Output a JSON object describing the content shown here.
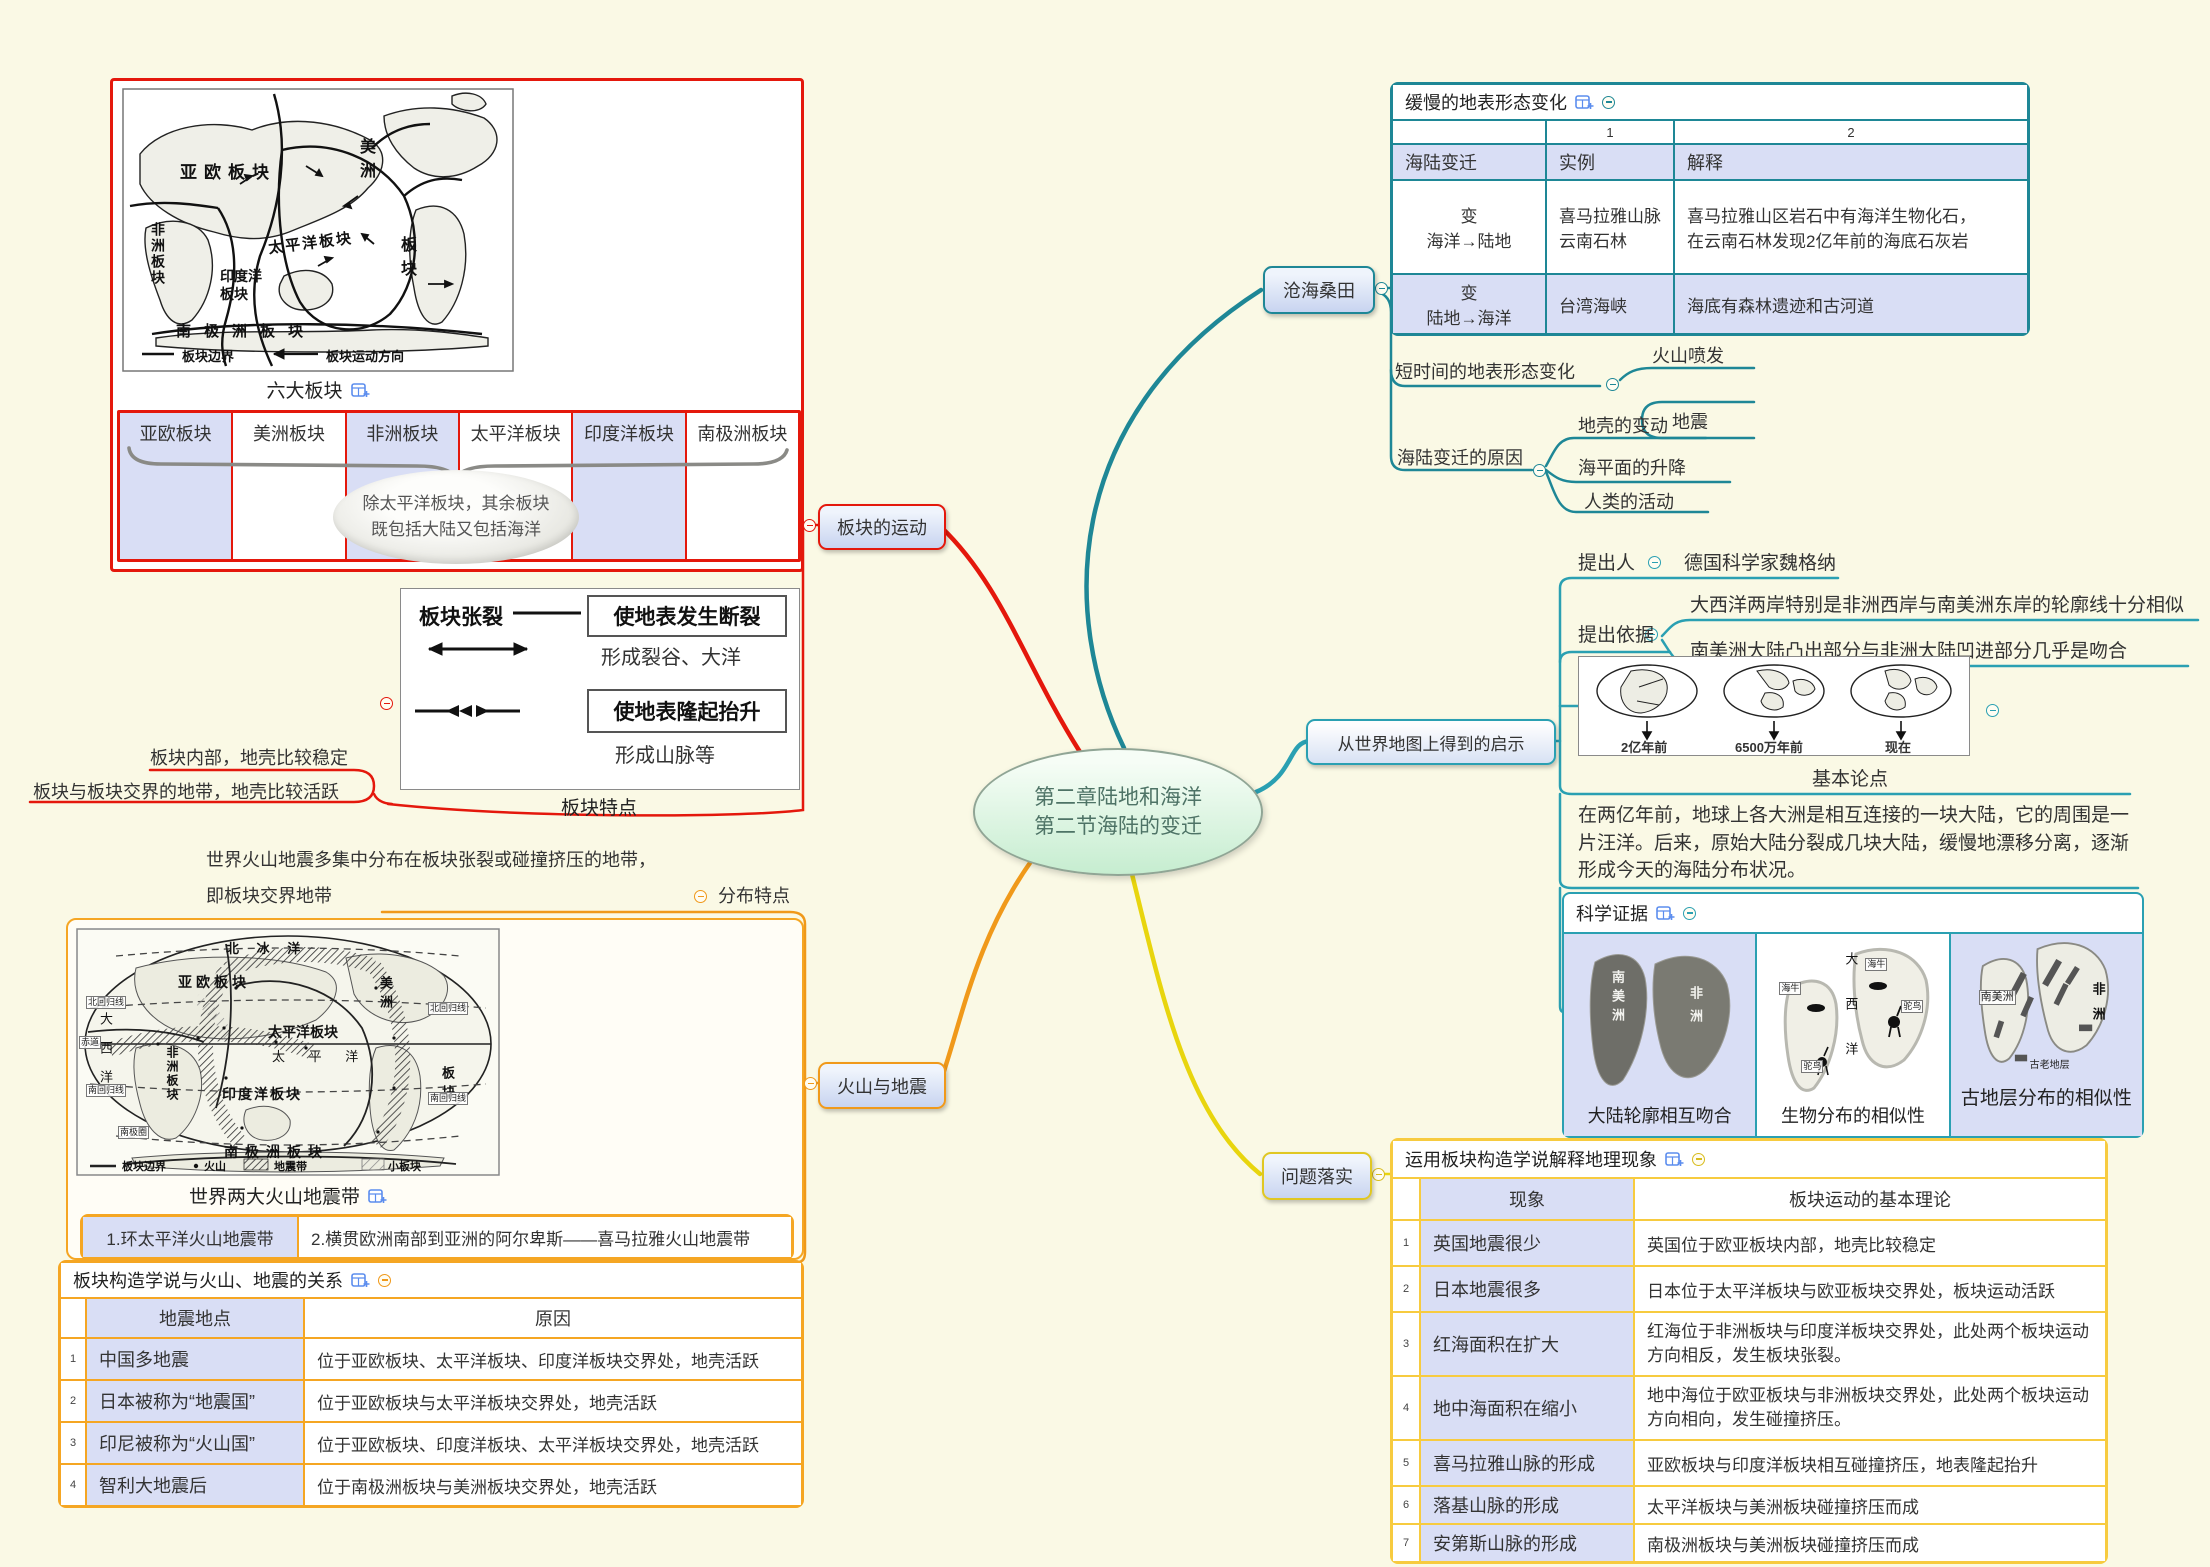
{
  "title": {
    "line1": "第二章陆地和海洋",
    "line2": "第二节海陆的变迁"
  },
  "colors": {
    "background": "#FAF9E5",
    "branch_red": "#E4180C",
    "branch_teal": "#1E8796",
    "branch_cyan": "#2AA0B2",
    "branch_orange": "#F0991A",
    "branch_yellow": "#E8D50E",
    "table_border_orange": "#F5A623",
    "table_border_yellow": "#F7CB3F",
    "cell_blue": "#D9DEF5"
  },
  "nodes": {
    "plate_movement": "板块的运动",
    "sea_change": "沧海桑田",
    "insight": "从世界地图上得到的启示",
    "volcano": "火山与地震",
    "practice": "问题落实"
  },
  "plate_movement": {
    "map_caption": "六大板块",
    "map_labels": {
      "eurasia": "亚欧板块",
      "americas_1": "美洲",
      "americas_2": "板块",
      "africa": "非洲板块",
      "pacific": "太平洋板块",
      "indian": "印度洋\n板块",
      "antarctic": "南极洲板块"
    },
    "map_legend": {
      "boundary": "板块边界",
      "direction": "板块运动方向"
    },
    "plates": [
      "亚欧板块",
      "美洲板块",
      "非洲板块",
      "太平洋板块",
      "印度洋板块",
      "南极洲板块"
    ],
    "note": "除太平洋板块，其余板块\n既包括大陆又包括海洋",
    "features": {
      "caption": "板块特点",
      "rift": "板块张裂",
      "rift_effect": "使地表发生断裂",
      "rift_result": "形成裂谷、大洋",
      "collide_effect": "使地表隆起抬升",
      "collide_result": "形成山脉等"
    },
    "interior": "板块内部，地壳比较稳定",
    "boundary": "板块与板块交界的地带，地壳比较活跃"
  },
  "sea_change": {
    "table": {
      "title": "缓慢的地表形态变化",
      "nums": [
        "1",
        "2"
      ],
      "header": [
        "海陆变迁",
        "实例",
        "解释"
      ],
      "rows": [
        {
          "type": "变\n海洋→陆地",
          "example": "喜马拉雅山脉\n云南石林",
          "explain": "喜马拉雅山区岩石中有海洋生物化石，\n在云南石林发现2亿年前的海底石灰岩"
        },
        {
          "type": "变\n陆地→海洋",
          "example": "台湾海峡",
          "explain": "海底有森林遗迹和古河道"
        }
      ]
    },
    "short_term": {
      "label": "短时间的地表形态变化",
      "items": [
        "火山喷发",
        "地震"
      ]
    },
    "causes": {
      "label": "海陆变迁的原因",
      "items": [
        "地壳的变动",
        "海平面的升降",
        "人类的活动"
      ]
    }
  },
  "insight": {
    "proposer_label": "提出人",
    "proposer": "德国科学家魏格纳",
    "basis_label": "提出依据",
    "basis": [
      "大西洋两岸特别是非洲西岸与南美洲东岸的轮廓线十分相似",
      "南美洲大陆凸出部分与非洲大陆凹进部分几乎是吻合"
    ],
    "globe_labels": [
      "2亿年前",
      "6500万年前",
      "现在"
    ],
    "thesis_caption": "基本论点",
    "thesis": "在两亿年前，地球上各大洲是相互连接的一块大陆，它的周围是一片汪洋。后来，原始大陆分裂成几块大陆，缓慢地漂移分离，逐渐形成今天的海陆分布状况。",
    "evidence_title": "科学证据",
    "evidence": [
      {
        "caption": "大陆轮廓相互吻合",
        "labels": {
          "south_america": "南美洲",
          "africa": "非洲"
        }
      },
      {
        "caption": "生物分布的相似性",
        "labels": {
          "ocean": "大西洋",
          "manatee": "海牛",
          "ostrich": "驼鸟"
        }
      },
      {
        "caption": "古地层分布的相似性",
        "labels": {
          "south_america": "南美洲",
          "africa": "非洲",
          "legend": "古老地层"
        }
      }
    ]
  },
  "volcano": {
    "dist_label": "分布特点",
    "dist_line1": "世界火山地震多集中分布在板块张裂或碰撞挤压的地带，",
    "dist_line2": "即板块交界地带",
    "map_caption": "世界两大火山地震带",
    "map_labels": {
      "arctic": "北 冰 洋",
      "eurasia": "亚欧板块",
      "americas_1": "美洲",
      "americas_2": "板块",
      "atlantic": "大西洋",
      "africa": "非洲板块",
      "pacific_plate": "太平洋板块",
      "pacific": "太 平 洋",
      "indian": "印度洋板块",
      "antarctic": "南极洲板块",
      "equator": "赤道",
      "tropic_n": "北回归线",
      "tropic_s": "南回归线",
      "antarctic_circle": "南极圈"
    },
    "map_legend": {
      "boundary": "板块边界",
      "volcano": "火山",
      "quake_belt": "地震带",
      "minor_plate": "小板块"
    },
    "belts": [
      "1.环太平洋火山地震带",
      "2.横贯欧洲南部到亚洲的阿尔卑斯——喜马拉雅火山地震带"
    ],
    "table": {
      "title": "板块构造学说与火山、地震的关系",
      "header": [
        "地震地点",
        "原因"
      ],
      "rows": [
        {
          "n": "1",
          "place": "中国多地震",
          "reason": "位于亚欧板块、太平洋板块、印度洋板块交界处，地壳活跃"
        },
        {
          "n": "2",
          "place": "日本被称为“地震国”",
          "reason": "位于亚欧板块与太平洋板块交界处，地壳活跃"
        },
        {
          "n": "3",
          "place": "印尼被称为“火山国”",
          "reason": "位于亚欧板块、印度洋板块、太平洋板块交界处，地壳活跃"
        },
        {
          "n": "4",
          "place": "智利大地震后",
          "reason": "位于南极洲板块与美洲板块交界处，地壳活跃"
        }
      ]
    }
  },
  "practice": {
    "table": {
      "title": "运用板块构造学说解释地理现象",
      "header": [
        "现象",
        "板块运动的基本理论"
      ],
      "rows": [
        {
          "n": "1",
          "p": "英国地震很少",
          "t": "英国位于欧亚板块内部，地壳比较稳定"
        },
        {
          "n": "2",
          "p": "日本地震很多",
          "t": "日本位于太平洋板块与欧亚板块交界处，板块运动活跃"
        },
        {
          "n": "3",
          "p": "红海面积在扩大",
          "t": "红海位于非洲板块与印度洋板块交界处，此处两个板块运动\n方向相反，发生板块张裂。"
        },
        {
          "n": "4",
          "p": "地中海面积在缩小",
          "t": "地中海位于欧亚板块与非洲板块交界处，此处两个板块运动\n方向相向，发生碰撞挤压。"
        },
        {
          "n": "5",
          "p": "喜马拉雅山脉的形成",
          "t": "亚欧板块与印度洋板块相互碰撞挤压，地表隆起抬升"
        },
        {
          "n": "6",
          "p": "落基山脉的形成",
          "t": "太平洋板块与美洲板块碰撞挤压而成"
        },
        {
          "n": "7",
          "p": "安第斯山脉的形成",
          "t": "南极洲板块与美洲板块碰撞挤压而成"
        }
      ]
    }
  }
}
